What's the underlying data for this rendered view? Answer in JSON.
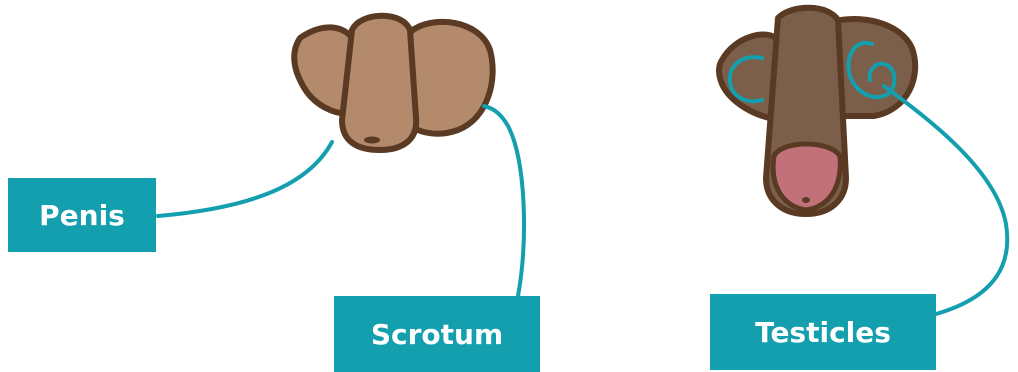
{
  "labels": {
    "penis": "Penis",
    "scrotum": "Scrotum",
    "testicles": "Testicles"
  },
  "colors": {
    "label_bg": "#139fae",
    "leader_line": "#139fae",
    "outline": "#5a3a22",
    "skin_light": "#b38a6b",
    "skin_dark": "#7b5f4b",
    "glans": "#c2717a"
  }
}
